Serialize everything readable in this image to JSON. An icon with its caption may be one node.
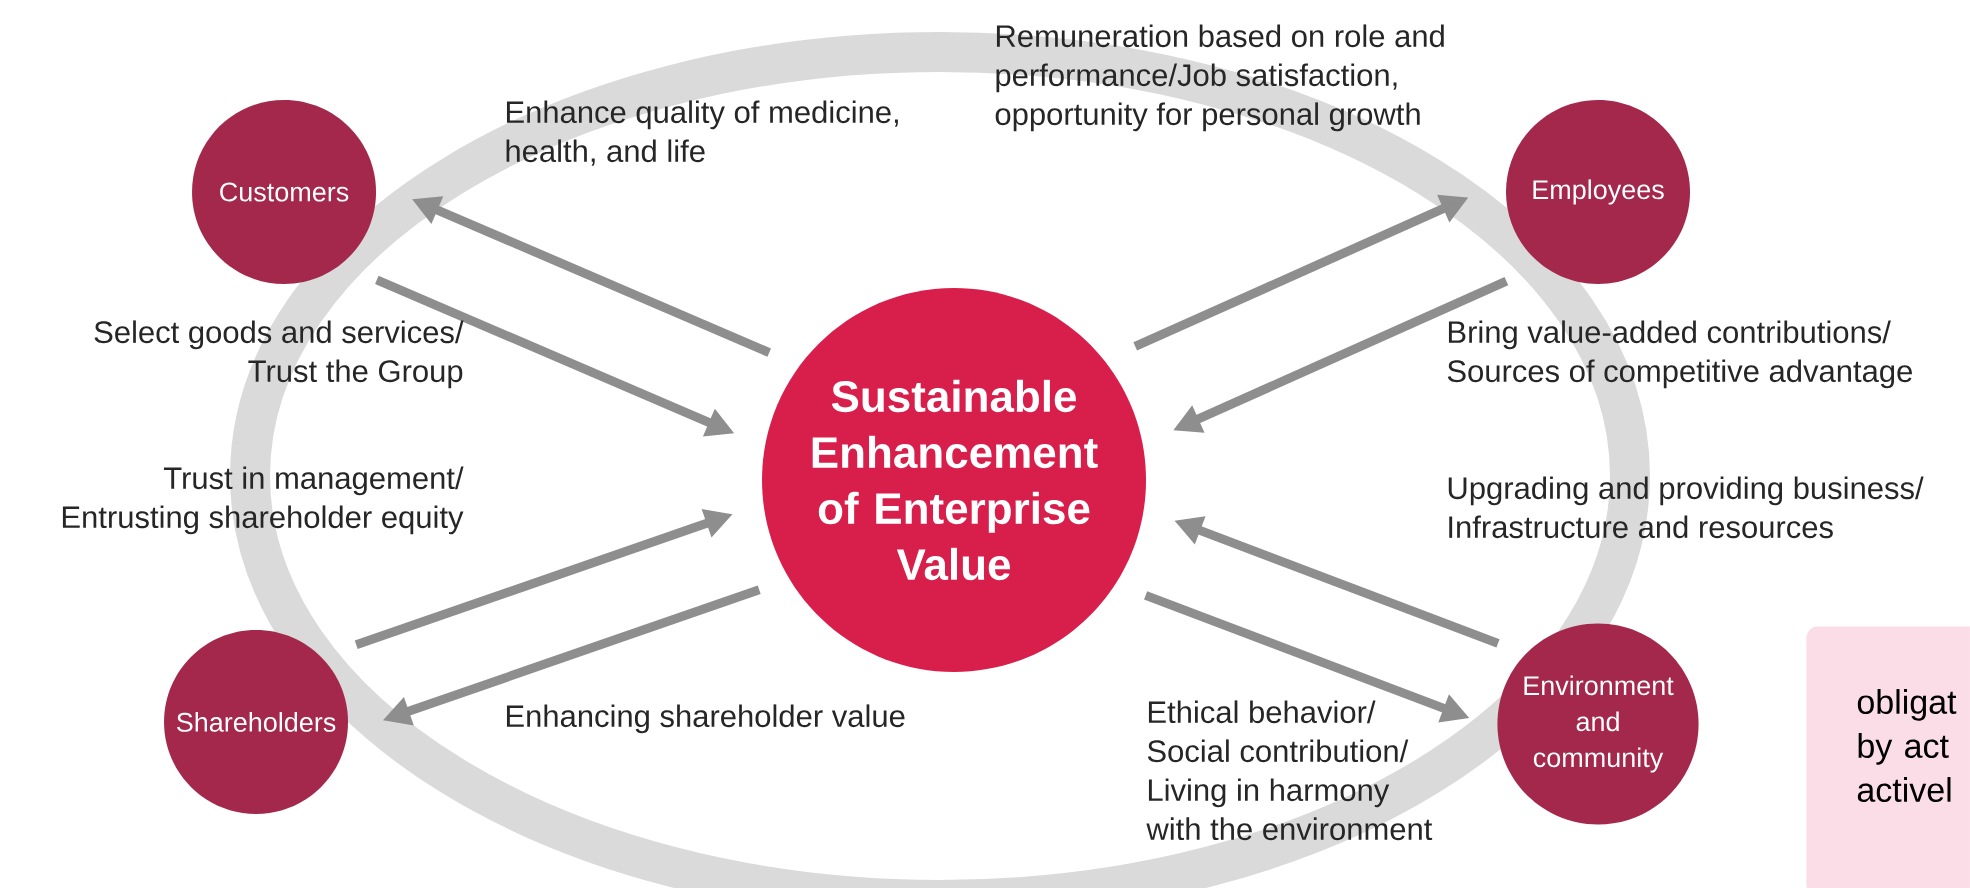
{
  "diagram": {
    "nodes": [
      {
        "text": [
          "Customers"
        ]
      },
      {
        "text": [
          "Employees"
        ]
      },
      {
        "text": [
          "Sustainable Enhancement of Enterprise Value"
        ]
      },
      {
        "text": [
          "Shareholders"
        ]
      },
      {
        "text": [
          "Environment and community"
        ]
      },
      {
        "text": [
          "obligat by act activel"
        ]
      }
    ],
    "edges": [
      {
        "from": 2,
        "to": 0,
        "arrow": "to"
      },
      {
        "from": 0,
        "to": 2,
        "arrow": "to"
      },
      {
        "from": 2,
        "to": 1,
        "arrow": "to"
      },
      {
        "from": 1,
        "to": 2,
        "arrow": "to"
      },
      {
        "from": 3,
        "to": 2,
        "arrow": "to"
      },
      {
        "from": 2,
        "to": 3,
        "arrow": "to"
      },
      {
        "from": 4,
        "to": 2,
        "arrow": "to"
      },
      {
        "from": 2,
        "to": 4,
        "arrow": "to"
      }
    ],
    "labels": [
      "Remuneration based on role and performance/Job satisfaction, opportunity for personal growth",
      "Enhance quality of medicine, health, and life",
      "Select goods and services/ Trust the Group",
      "Bring value-added contributions/ Sources of competitive advantage",
      "Trust in management/ Entrusting shareholder equity",
      "Upgrading and providing business/ Infrastructure and resources",
      "Enhancing shareholder value",
      "Ethical behavior/ Social contribution/ Living in harmony with the environment"
    ]
  }
}
